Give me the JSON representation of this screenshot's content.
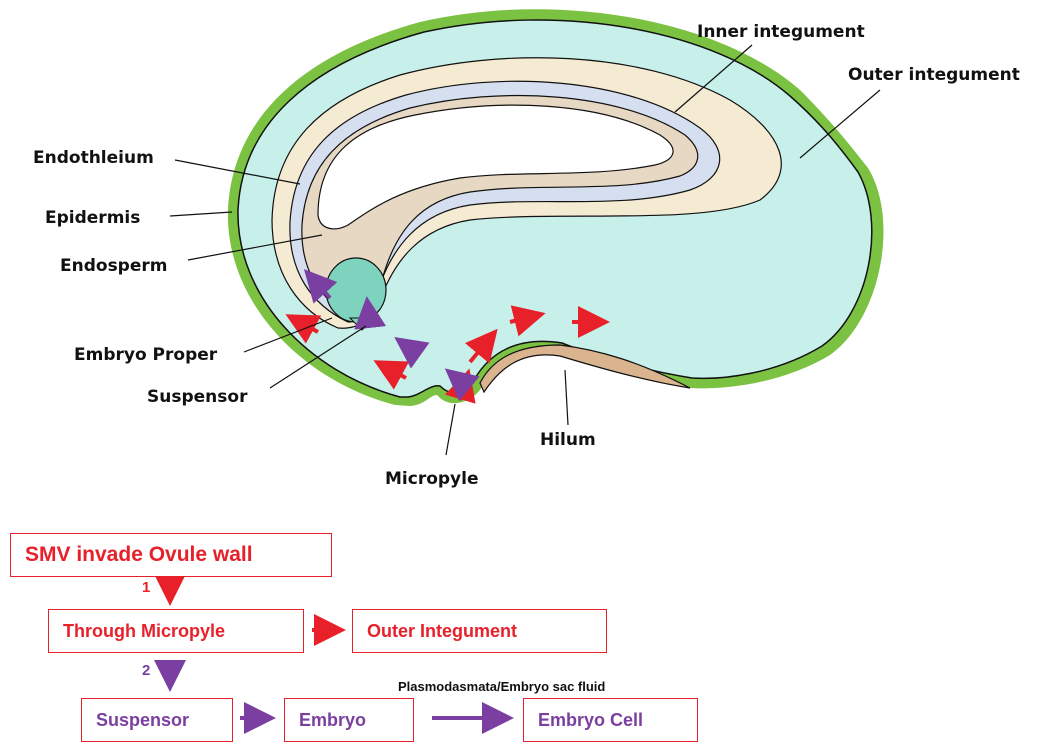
{
  "labels": {
    "inner_integument": "Inner integument",
    "outer_integument": "Outer integument",
    "endothelium": "Endothleium",
    "epidermis": "Epidermis",
    "endosperm": "Endosperm",
    "embryo_proper": "Embryo Proper",
    "suspensor": "Suspensor",
    "micropyle": "Micropyle",
    "hilum": "Hilum"
  },
  "flow": {
    "box1": "SMV invade Ovule wall",
    "step1": "1",
    "box2": "Through Micropyle",
    "box3": "Outer Integument",
    "step2": "2",
    "box4": "Suspensor",
    "box5": "Embryo",
    "box6": "Embryo Cell",
    "note": "Plasmodasmata/Embryo sac fluid"
  },
  "colors": {
    "red": "#e8202a",
    "purple": "#7a3fa0",
    "epidermis": "#7cc242",
    "outer_integument": "#c8f0ea",
    "inner_integument": "#f5ead2",
    "endothelium": "#d6dff0",
    "endosperm": "#e6d8c2",
    "embryo": "#7dd3bd",
    "hilum": "#d9b48f"
  }
}
